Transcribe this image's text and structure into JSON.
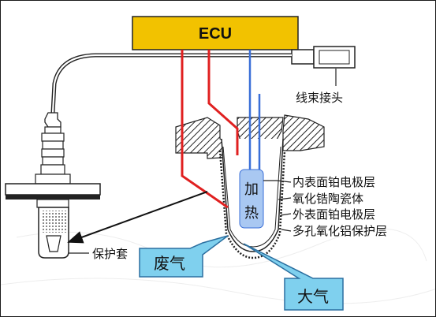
{
  "ecu": {
    "label": "ECU"
  },
  "labels": {
    "harness_connector": "线束接头",
    "inner_electrode": "内表面铂电极层",
    "zirconia_ceramic": "氧化锆陶瓷体",
    "outer_electrode": "外表面铂电极层",
    "alumina_layer": "多孔氧化铝保护层",
    "protective_sleeve": "保护套"
  },
  "heater": {
    "char1": "加",
    "char2": "热"
  },
  "callouts": {
    "exhaust": "废气",
    "atmosphere": "大气"
  },
  "colors": {
    "ecu_fill": "#f2c200",
    "signal_wire": "#e02020",
    "heater_wire": "#3a6fd8",
    "heater_fill": "#a9c8f2",
    "callout_fill": "#7fd0ee",
    "callout_stroke": "#2b6fa0"
  }
}
